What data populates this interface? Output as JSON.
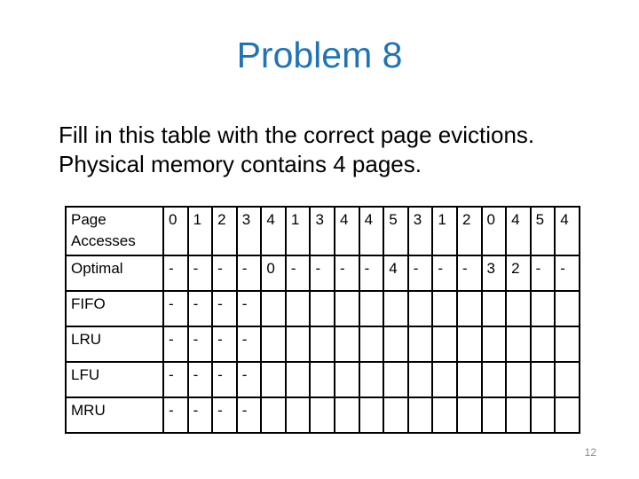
{
  "title": "Problem 8",
  "body": {
    "line1": "Fill in this table with the correct page evictions.",
    "line2": "Physical memory contains 4 pages."
  },
  "table": {
    "header_label": "Page Accesses",
    "access_sequence": [
      "0",
      "1",
      "2",
      "3",
      "4",
      "1",
      "3",
      "4",
      "4",
      "5",
      "3",
      "1",
      "2",
      "0",
      "4",
      "5",
      "4"
    ],
    "rows": [
      {
        "label": "Optimal",
        "values": [
          "-",
          "-",
          "-",
          "-",
          "0",
          "-",
          "-",
          "-",
          "-",
          "4",
          "-",
          "-",
          "-",
          "3",
          "2",
          "-",
          "-"
        ]
      },
      {
        "label": "FIFO",
        "values": [
          "-",
          "-",
          "-",
          "-",
          "",
          "",
          "",
          "",
          "",
          "",
          "",
          "",
          "",
          "",
          "",
          "",
          ""
        ]
      },
      {
        "label": "LRU",
        "values": [
          "-",
          "-",
          "-",
          "-",
          "",
          "",
          "",
          "",
          "",
          "",
          "",
          "",
          "",
          "",
          "",
          "",
          ""
        ]
      },
      {
        "label": "LFU",
        "values": [
          "-",
          "-",
          "-",
          "-",
          "",
          "",
          "",
          "",
          "",
          "",
          "",
          "",
          "",
          "",
          "",
          "",
          ""
        ]
      },
      {
        "label": "MRU",
        "values": [
          "-",
          "-",
          "-",
          "-",
          "",
          "",
          "",
          "",
          "",
          "",
          "",
          "",
          "",
          "",
          "",
          "",
          ""
        ]
      }
    ]
  },
  "page_number": "12",
  "colors": {
    "background": "#FFFFFF",
    "title": "#1F74B5",
    "body_text": "#000000",
    "table_border": "#000000",
    "page_number": "#8C8C8C"
  }
}
